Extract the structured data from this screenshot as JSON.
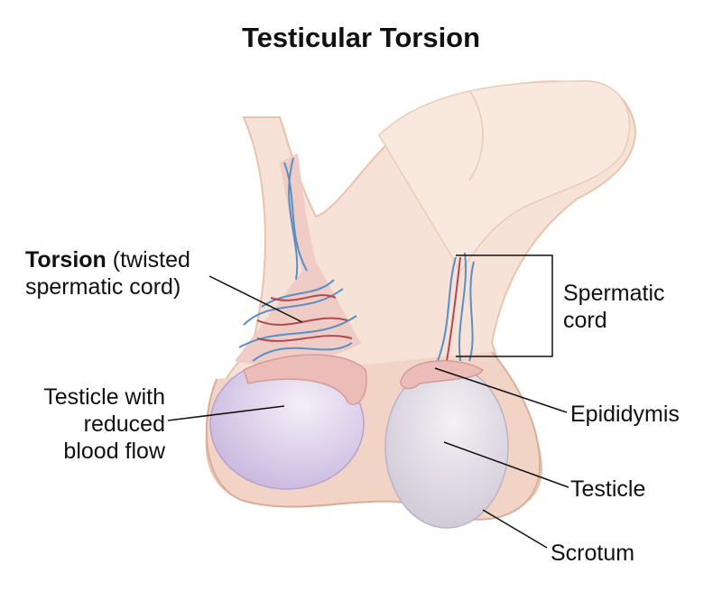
{
  "title": "Testicular Torsion",
  "labels": {
    "torsion_bold": "Torsion",
    "torsion_rest1": " (twisted",
    "torsion_rest2": "spermatic cord)",
    "reduced1": "Testicle with",
    "reduced2": "reduced",
    "reduced3": "blood flow",
    "spermatic1": "Spermatic",
    "spermatic2": "cord",
    "epididymis": "Epididymis",
    "testicle": "Testicle",
    "scrotum": "Scrotum"
  },
  "colors": {
    "skin": "#f6e2d6",
    "skin_dark": "#e8c3ae",
    "testicle_left": "#dcd0ea",
    "testicle_right": "#e2dde4",
    "vein": "#5b8fc4",
    "artery": "#b5484c",
    "epididymis": "#ecbcb8"
  }
}
